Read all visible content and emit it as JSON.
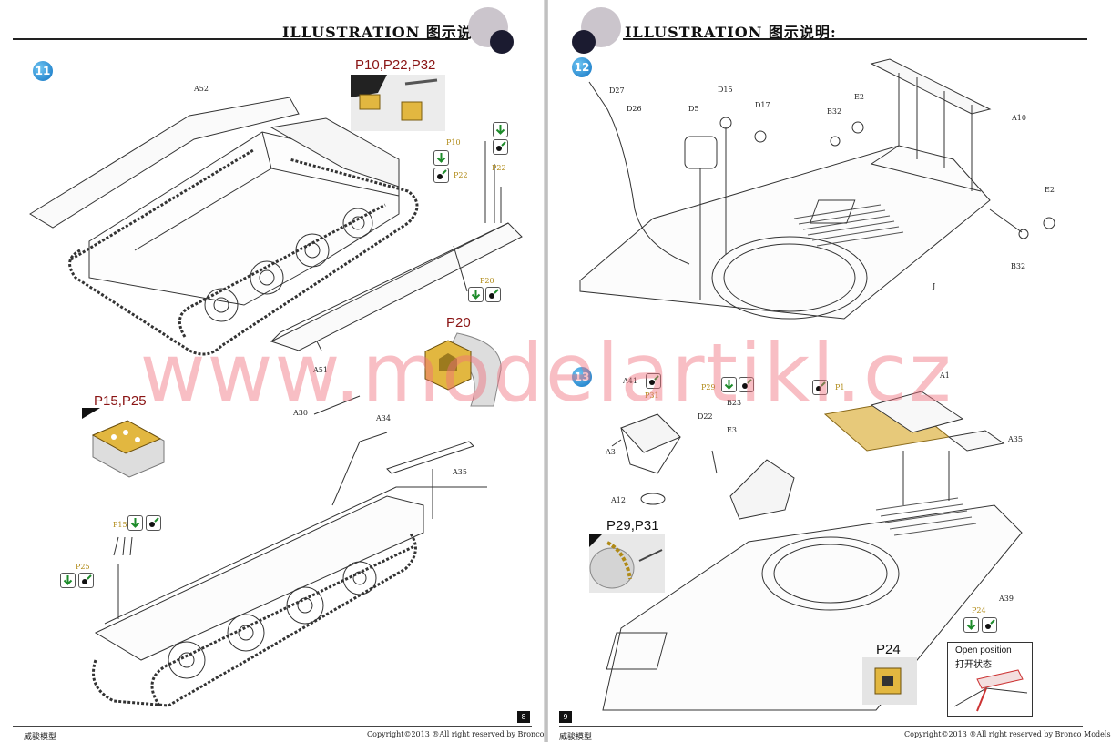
{
  "header": {
    "left_title": "ILLUSTRATION 图示说明:",
    "right_title": "ILLUSTRATION 图示说明:"
  },
  "steps": {
    "s11": "11",
    "s12": "12",
    "s13": "13"
  },
  "step11": {
    "labels": {
      "a52": "A52",
      "a51": "A51",
      "a30": "A30",
      "a34": "A34",
      "a35": "A35",
      "p10": "P10",
      "p22a": "P22",
      "p22b": "P22",
      "p20": "P20",
      "p15": "P15",
      "p25": "P25"
    },
    "callouts": {
      "p10_p22_p32": "P10,P22,P32",
      "p20": "P20",
      "p15_p25": "P15,P25"
    }
  },
  "step12": {
    "labels": {
      "d27": "D27",
      "d26": "D26",
      "d5": "D5",
      "d15": "D15",
      "d17": "D17",
      "b32a": "B32",
      "e2a": "E2",
      "a10": "A10",
      "e2b": "E2",
      "b32b": "B32",
      "j": "J"
    }
  },
  "step13": {
    "labels": {
      "a41": "A41",
      "p31": "P31",
      "p29": "P29",
      "b23": "B23",
      "d22": "D22",
      "e3": "E3",
      "a3": "A3",
      "a12": "A12",
      "p1": "P1",
      "a1": "A1",
      "a35": "A35",
      "a39": "A39",
      "p24": "P24"
    },
    "callouts": {
      "p29_p31": "P29,P31",
      "p24": "P24"
    },
    "open_position_en": "Open position",
    "open_position_cn": "打开状态"
  },
  "watermark": "www.modelartikl.cz",
  "footer": {
    "left_brand": "威骏模型",
    "left_copyright": "Copyright©2013  ®All right reserved by Bronco Models",
    "left_page": "8",
    "right_brand": "威骏模型",
    "right_copyright": "Copyright©2013  ®All right reserved by Bronco Models",
    "right_page": "9"
  },
  "icon_names": [
    "glue-drop-icon",
    "snip-arrow-icon"
  ],
  "colors": {
    "step_badge": "#0f72c2",
    "callout_red": "#8a1414",
    "part_gold": "#e2b740",
    "watermark": "#f06e7d",
    "header_circle": "#cbc5cc",
    "header_dark": "#1b1b30"
  }
}
